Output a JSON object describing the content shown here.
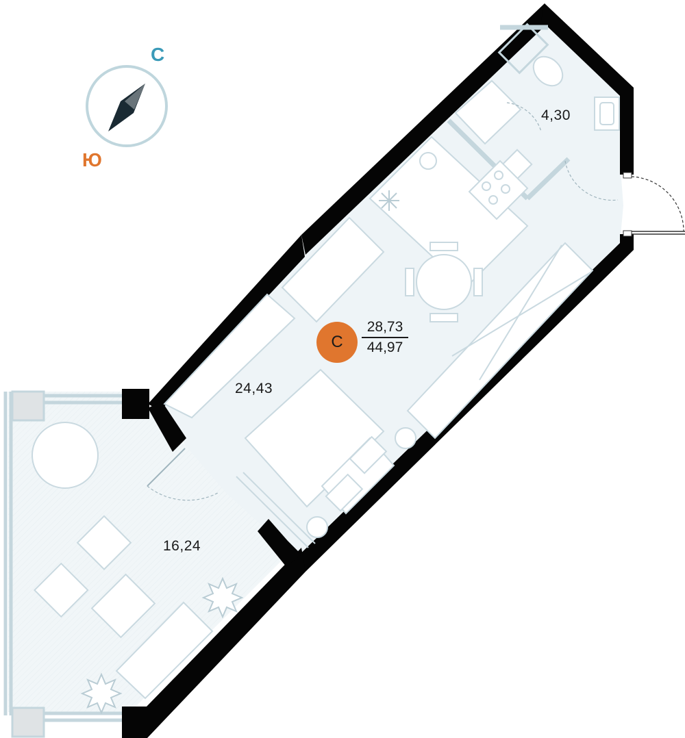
{
  "compass": {
    "north_label": "С",
    "south_label": "Ю",
    "north_color": "#3a9ab8",
    "south_color": "#e0762e",
    "ring_color": "#bfd6dd",
    "needle_color": "#1a2a33"
  },
  "apartment": {
    "type_badge": "С",
    "badge_color": "#e0762e",
    "living_area": "28,73",
    "total_area": "44,97"
  },
  "rooms": {
    "bathroom_area": "4,30",
    "main_room_area": "24,43",
    "terrace_area": "16,24"
  },
  "colors": {
    "wall": "#050505",
    "floor": "#eef4f7",
    "terrace_floor": "#f1f6f8",
    "furniture_stroke": "#c9d9e0",
    "window": "#c4d6dd"
  }
}
